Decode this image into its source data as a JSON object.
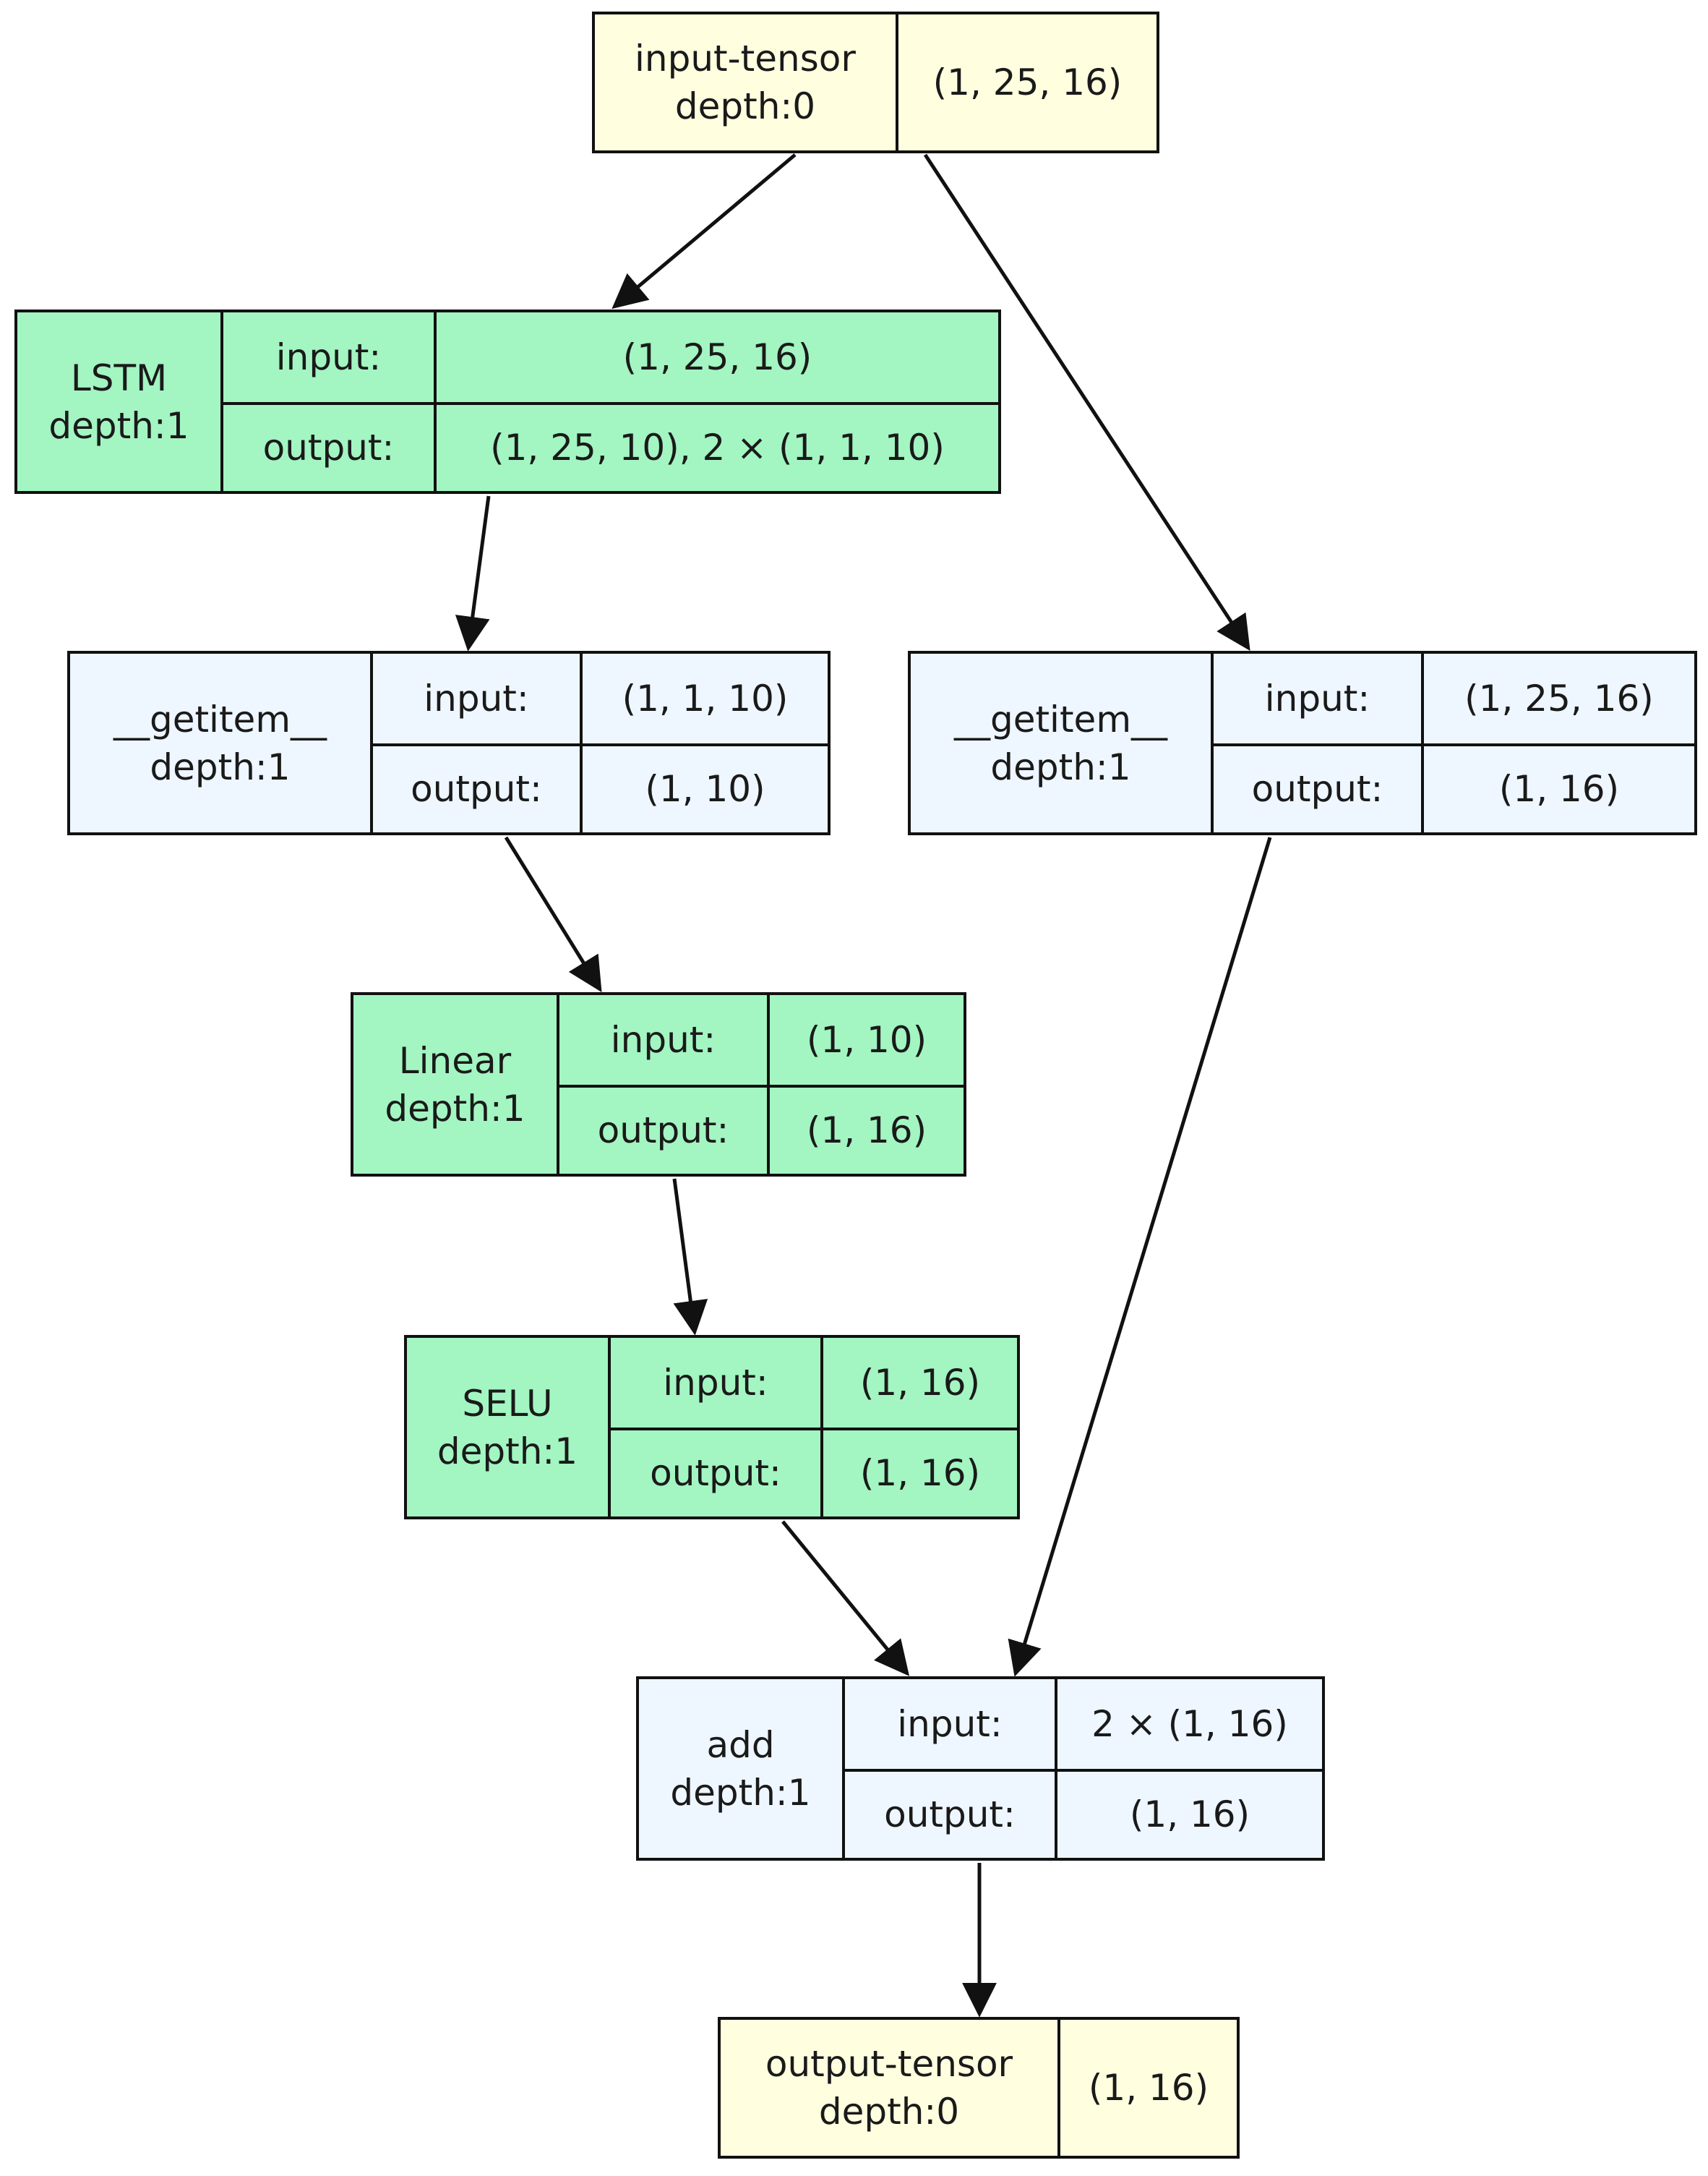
{
  "colors": {
    "tensor_fill": "#ffffe0",
    "module_fill": "#a3f5c2",
    "function_fill": "#eef6ff",
    "edge": "#111111"
  },
  "nodes": {
    "input_tensor": {
      "name": "input-tensor",
      "depth": "depth:0",
      "shape": "(1, 25, 16)"
    },
    "lstm": {
      "name": "LSTM",
      "depth": "depth:1",
      "input_label": "input:",
      "input_value": "(1, 25, 16)",
      "output_label": "output:",
      "output_value": "(1, 25, 10), 2 × (1, 1, 10)"
    },
    "getitem_left": {
      "name": "__getitem__",
      "depth": "depth:1",
      "input_label": "input:",
      "input_value": "(1, 1, 10)",
      "output_label": "output:",
      "output_value": "(1, 10)"
    },
    "getitem_right": {
      "name": "__getitem__",
      "depth": "depth:1",
      "input_label": "input:",
      "input_value": "(1, 25, 16)",
      "output_label": "output:",
      "output_value": "(1, 16)"
    },
    "linear": {
      "name": "Linear",
      "depth": "depth:1",
      "input_label": "input:",
      "input_value": "(1, 10)",
      "output_label": "output:",
      "output_value": "(1, 16)"
    },
    "selu": {
      "name": "SELU",
      "depth": "depth:1",
      "input_label": "input:",
      "input_value": "(1, 16)",
      "output_label": "output:",
      "output_value": "(1, 16)"
    },
    "add": {
      "name": "add",
      "depth": "depth:1",
      "input_label": "input:",
      "input_value": "2 × (1, 16)",
      "output_label": "output:",
      "output_value": "(1, 16)"
    },
    "output_tensor": {
      "name": "output-tensor",
      "depth": "depth:0",
      "shape": "(1, 16)"
    }
  },
  "edges": [
    {
      "from": "input-tensor",
      "to": "LSTM"
    },
    {
      "from": "input-tensor",
      "to": "__getitem__ (right)"
    },
    {
      "from": "LSTM",
      "to": "__getitem__ (left)"
    },
    {
      "from": "__getitem__ (left)",
      "to": "Linear"
    },
    {
      "from": "Linear",
      "to": "SELU"
    },
    {
      "from": "SELU",
      "to": "add"
    },
    {
      "from": "__getitem__ (right)",
      "to": "add"
    },
    {
      "from": "add",
      "to": "output-tensor"
    }
  ]
}
